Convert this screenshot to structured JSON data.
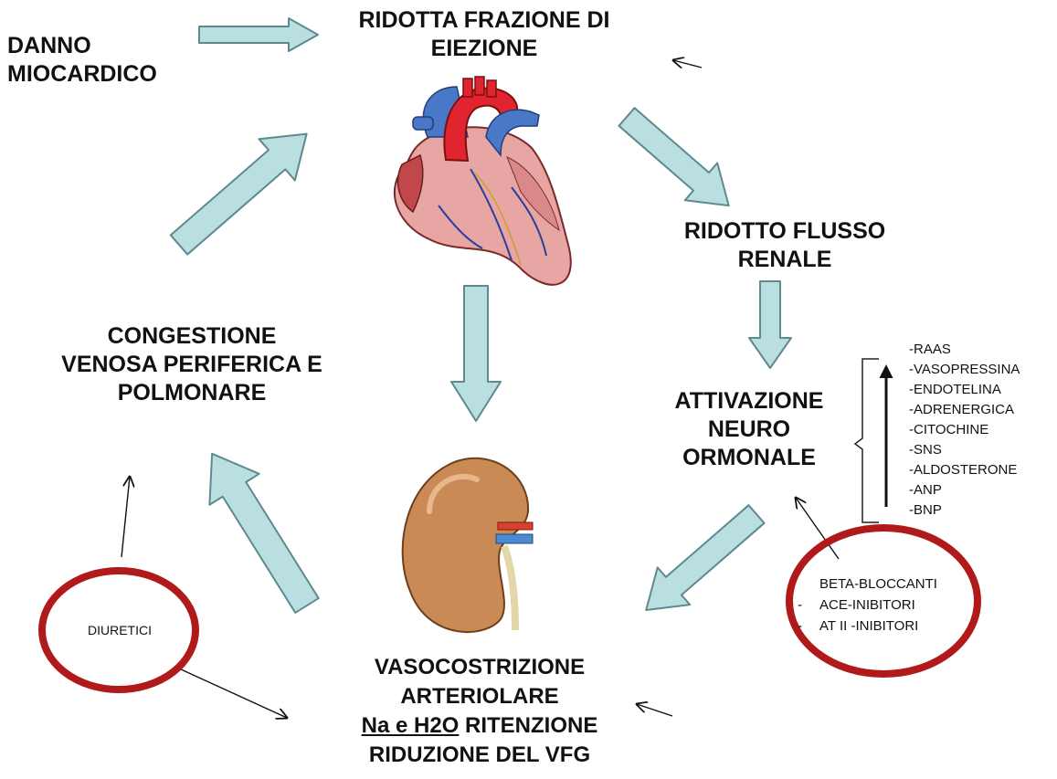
{
  "nodes": {
    "danno": [
      "DANNO",
      "MIOCARDICO"
    ],
    "frazione": [
      "RIDOTTA FRAZIONE DI",
      "EIEZIONE"
    ],
    "flusso": [
      "RIDOTTO FLUSSO",
      "RENALE"
    ],
    "attivazione": [
      "ATTIVAZIONE",
      "NEURO",
      "ORMONALE"
    ],
    "congestione": [
      "CONGESTIONE",
      "VENOSA PERIFERICA E",
      "POLMONARE"
    ],
    "vaso": {
      "line1": "VASOCOSTRIZIONE",
      "line2": "ARTERIOLARE",
      "line3_underlined": "Na e H2O",
      "line3_rest": " RITENZIONE",
      "line4": "RIDUZIONE DEL VFG"
    }
  },
  "mediators": [
    "-RAAS",
    "-VASOPRESSINA",
    "-ENDOTELINA",
    "-ADRENERGICA",
    "-CITOCHINE",
    "-SNS",
    "-ALDOSTERONE",
    "-ANP",
    "-BNP"
  ],
  "therapy": {
    "diuretici": "DIURETICI",
    "right": [
      "BETA-BLOCCANTI",
      "ACE-INIBITORI",
      "AT II -INIBITORI"
    ]
  },
  "colors": {
    "arrow_fill": "#b9dfe1",
    "arrow_stroke": "#5e8a8f",
    "circle_red": "#b01a1a",
    "text": "#111111"
  },
  "icons": [
    "heart-illustration",
    "kidney-illustration"
  ]
}
